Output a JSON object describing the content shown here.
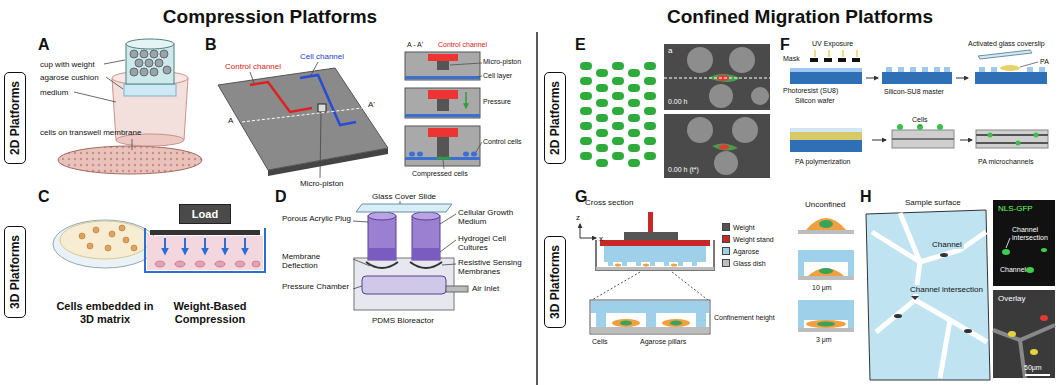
{
  "diagram": {
    "nodes": [
      {
        "text": [
          "2D Platforms"
        ]
      },
      {
        "text": [
          "3D Platforms"
        ]
      },
      {
        "text": [
          "Load"
        ]
      },
      {
        "text": [
          "2D Platforms"
        ]
      },
      {
        "text": [
          "3D Platforms"
        ]
      }
    ],
    "labels": [
      "Compression Platforms",
      "Confined Migration Platforms",
      "A",
      "cup with weight",
      "agarose cushion",
      "medium",
      "cells on transwell membrane",
      "B",
      "Control channel",
      "Cell channel",
      "A",
      "A'",
      "Micro-piston",
      "A - A'",
      "Control channel",
      "Micro-piston",
      "Cell layer",
      "Pressure",
      "Control cells",
      "Compressed cells",
      "C",
      "Cells embedded in 3D matrix",
      "Weight-Based Compression",
      "D",
      "Glass Cover Slide",
      "Porous Acrylic Plug",
      "Membrane Deflection",
      "Pressure Chamber",
      "Air Inlet",
      "PDMS Bioreactor",
      "Cellular Growth Medium",
      "Hydrogel Cell Cultures",
      "Resistive Sensing Membranes",
      "E",
      "a",
      "0.00 h",
      "0.00 h (t*)",
      "F",
      "UV Exposure",
      "Mask",
      "Photoresist (SU8)",
      "Silicon wafer",
      "Silicon-SU8 master",
      "Activated glass coverslip",
      "PA",
      "PA polymerization",
      "Cells",
      "PA microchannels",
      "G",
      "Cross section",
      "z",
      "x",
      "Unconfined",
      "10 μm",
      "3 μm",
      "Cells",
      "Agarose pillars",
      "Confinement height",
      "H",
      "Sample surface",
      "Channel",
      "Channel intersection",
      "NLS-GFP",
      "Channel intersection",
      "Channel",
      "Overlay",
      "50μm"
    ],
    "legend": [
      {
        "text": "Weight",
        "color": "#555555"
      },
      {
        "text": "Weight stand",
        "color": "#c62828"
      },
      {
        "text": "Agarose",
        "color": "#9ed0ea"
      },
      {
        "text": "Glass dish",
        "color": "#bdbdbd"
      }
    ]
  }
}
